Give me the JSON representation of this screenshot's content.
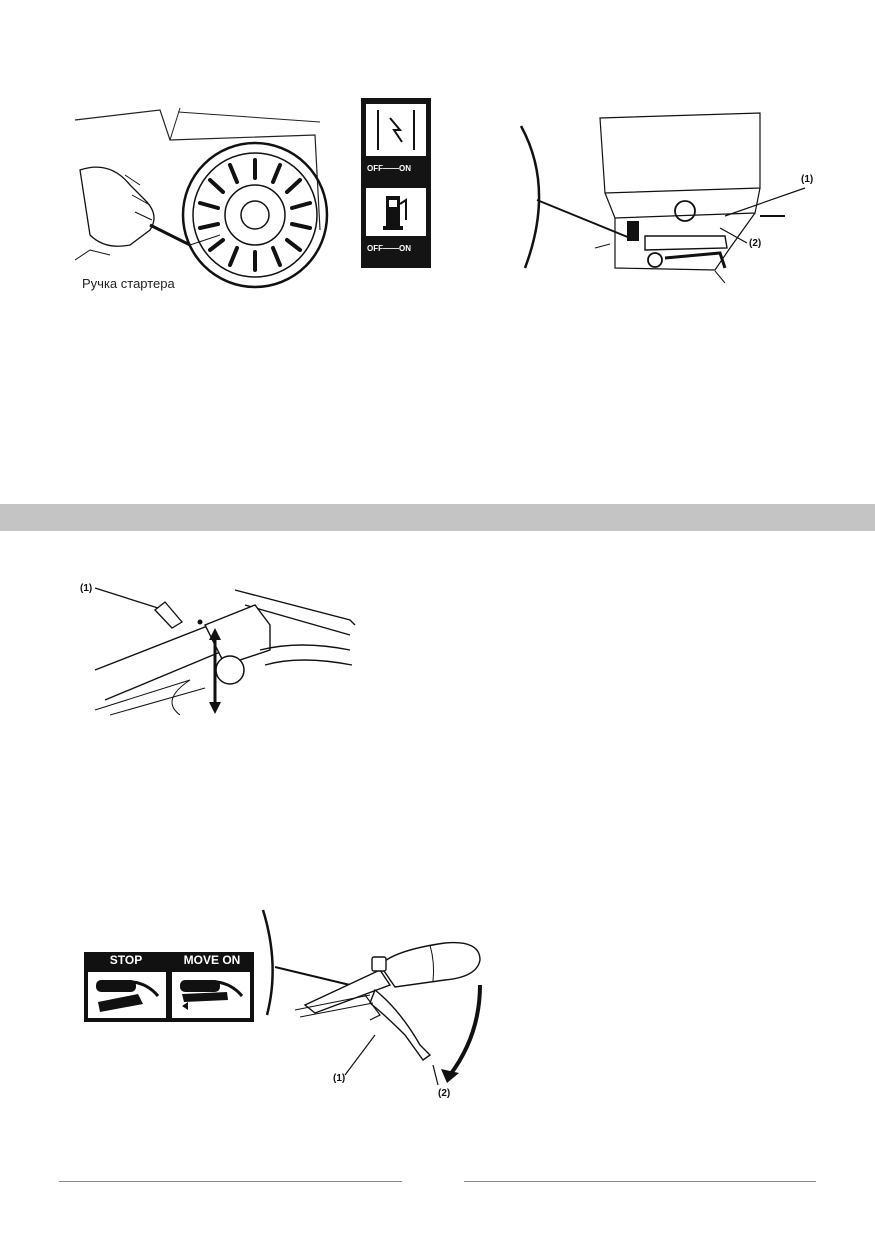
{
  "figure_starter": {
    "caption": "Ручка стартера"
  },
  "switch_panel": {
    "top_label": "OFF——ON",
    "bottom_label": "OFF——ON"
  },
  "engine_figure": {
    "callout_1": "(1)",
    "callout_2": "(2)"
  },
  "handle_figure": {
    "callout_1": "(1)"
  },
  "clutch_decal": {
    "stop_label": "STOP",
    "move_label": "MOVE ON"
  },
  "lever_figure": {
    "callout_1": "(1)",
    "callout_2": "(2)"
  }
}
